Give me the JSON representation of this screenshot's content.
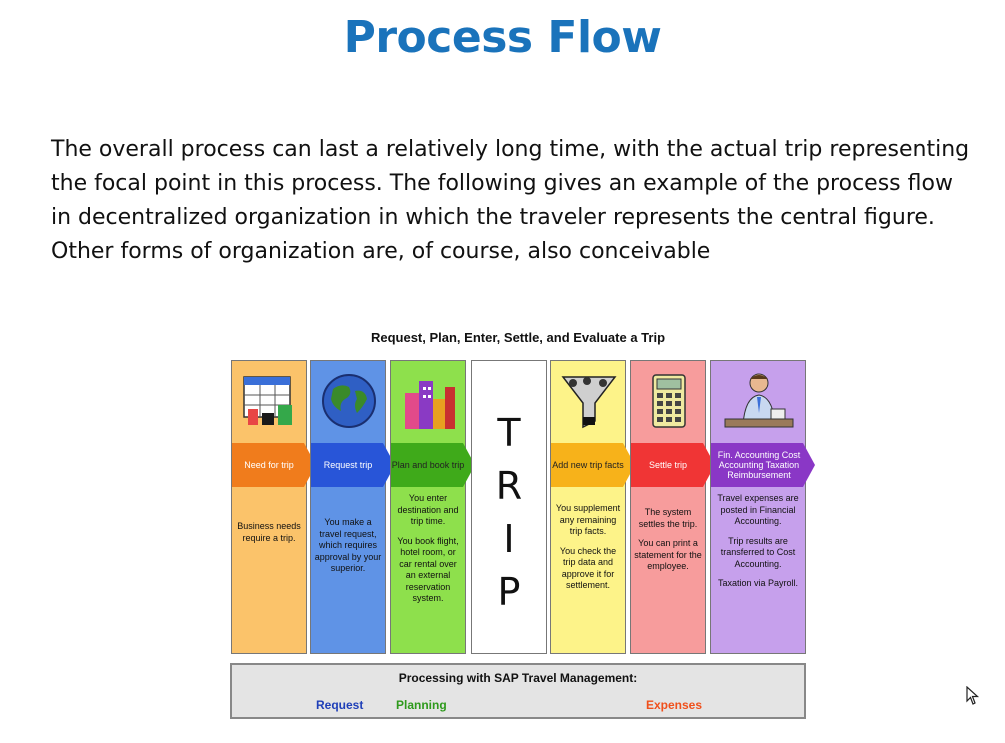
{
  "title": "Process Flow",
  "intro": "The overall process can last a relatively long time, with the actual trip representing the focal point in this process. The following gives an example of the process flow in decentralized organization in which the traveler represents the central figure. Other forms of organization are, of course, also conceivable",
  "diagram": {
    "title": "Request, Plan, Enter, Settle, and Evaluate a Trip",
    "columns": [
      {
        "color": "#fbc36a",
        "arrow_color": "#f07c1c",
        "arrow": "Need for trip",
        "desc": [
          "Business needs require a trip."
        ],
        "picture": "calendar-icon"
      },
      {
        "color": "#5f93e6",
        "arrow_color": "#2855d8",
        "arrow": "Request trip",
        "desc": [
          "You make a travel request, which requires approval by your superior."
        ],
        "picture": "globe-icon"
      },
      {
        "color": "#8ee04c",
        "arrow_color": "#3faa1a",
        "arrow": "Plan and book trip",
        "desc": [
          "You enter destination and trip time.",
          "You book flight, hotel room, or car rental over an external reservation system."
        ],
        "picture": "city-icon"
      },
      {
        "color": "#fdf389",
        "arrow_color": "#f7b21a",
        "arrow": "Add new trip facts",
        "desc": [
          "You supplement any remaining trip facts.",
          "You check the trip data and approve it for settlement."
        ],
        "picture": "funnel-icon"
      },
      {
        "color": "#f79c9c",
        "arrow_color": "#f03535",
        "arrow": "Settle trip",
        "desc": [
          "The system settles the trip.",
          "You can print a statement for the employee."
        ],
        "picture": "calculator-icon"
      },
      {
        "color": "#c6a0ec",
        "arrow_color": "#8a37c6",
        "arrow": "Fin. Accounting Cost Accounting Taxation Reimbursement",
        "desc": [
          "Travel expenses are posted in Financial Accounting.",
          "Trip results are transferred to Cost Accounting.",
          "Taxation via Payroll."
        ],
        "picture": "person-icon"
      }
    ],
    "trip_letters": [
      "T",
      "R",
      "I",
      "P"
    ],
    "bottom": {
      "title": "Processing with SAP Travel Management:",
      "labels": [
        {
          "text": "Request",
          "color": "#1f3fb8"
        },
        {
          "text": "Planning",
          "color": "#2e9a1c"
        },
        {
          "text": "Expenses",
          "color": "#f0501c"
        }
      ]
    }
  }
}
